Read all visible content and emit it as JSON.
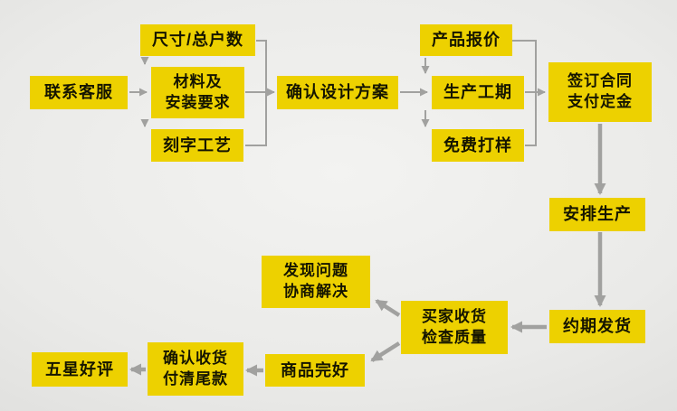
{
  "colors": {
    "box_bg": "#edd100",
    "box_text": "#151500",
    "arrow": "#a1a19f"
  },
  "nodes": {
    "contact": {
      "label": "联系客服"
    },
    "size": {
      "label": "尺寸/总户数"
    },
    "material": {
      "label": "材料及\n安装要求"
    },
    "engraving": {
      "label": "刻字工艺"
    },
    "confirm_design": {
      "label": "确认设计方案"
    },
    "quote": {
      "label": "产品报价"
    },
    "production_time": {
      "label": "生产工期"
    },
    "free_sample": {
      "label": "免费打样"
    },
    "sign_contract": {
      "label": "签订合同\n支付定金"
    },
    "arrange_production": {
      "label": "安排生产"
    },
    "schedule_shipping": {
      "label": "约期发货"
    },
    "buyer_receive": {
      "label": "买家收货\n检查质量"
    },
    "problem_negotiate": {
      "label": "发现问题\n协商解决"
    },
    "goods_intact": {
      "label": "商品完好"
    },
    "confirm_receipt": {
      "label": "确认收货\n付清尾款"
    },
    "five_star": {
      "label": "五星好评"
    }
  },
  "edges": [
    {
      "from": "contact",
      "to": "material"
    },
    {
      "from": "size",
      "to": "material"
    },
    {
      "from": "material",
      "to": "engraving"
    },
    {
      "from": "material",
      "to": "confirm_design"
    },
    {
      "from": "confirm_design",
      "to": "production_time"
    },
    {
      "from": "quote",
      "to": "production_time"
    },
    {
      "from": "production_time",
      "to": "free_sample"
    },
    {
      "from": "production_time",
      "to": "sign_contract"
    },
    {
      "from": "sign_contract",
      "to": "arrange_production"
    },
    {
      "from": "arrange_production",
      "to": "schedule_shipping"
    },
    {
      "from": "schedule_shipping",
      "to": "buyer_receive"
    },
    {
      "from": "buyer_receive",
      "to": "problem_negotiate"
    },
    {
      "from": "buyer_receive",
      "to": "goods_intact"
    },
    {
      "from": "goods_intact",
      "to": "confirm_receipt"
    },
    {
      "from": "confirm_receipt",
      "to": "five_star"
    }
  ]
}
